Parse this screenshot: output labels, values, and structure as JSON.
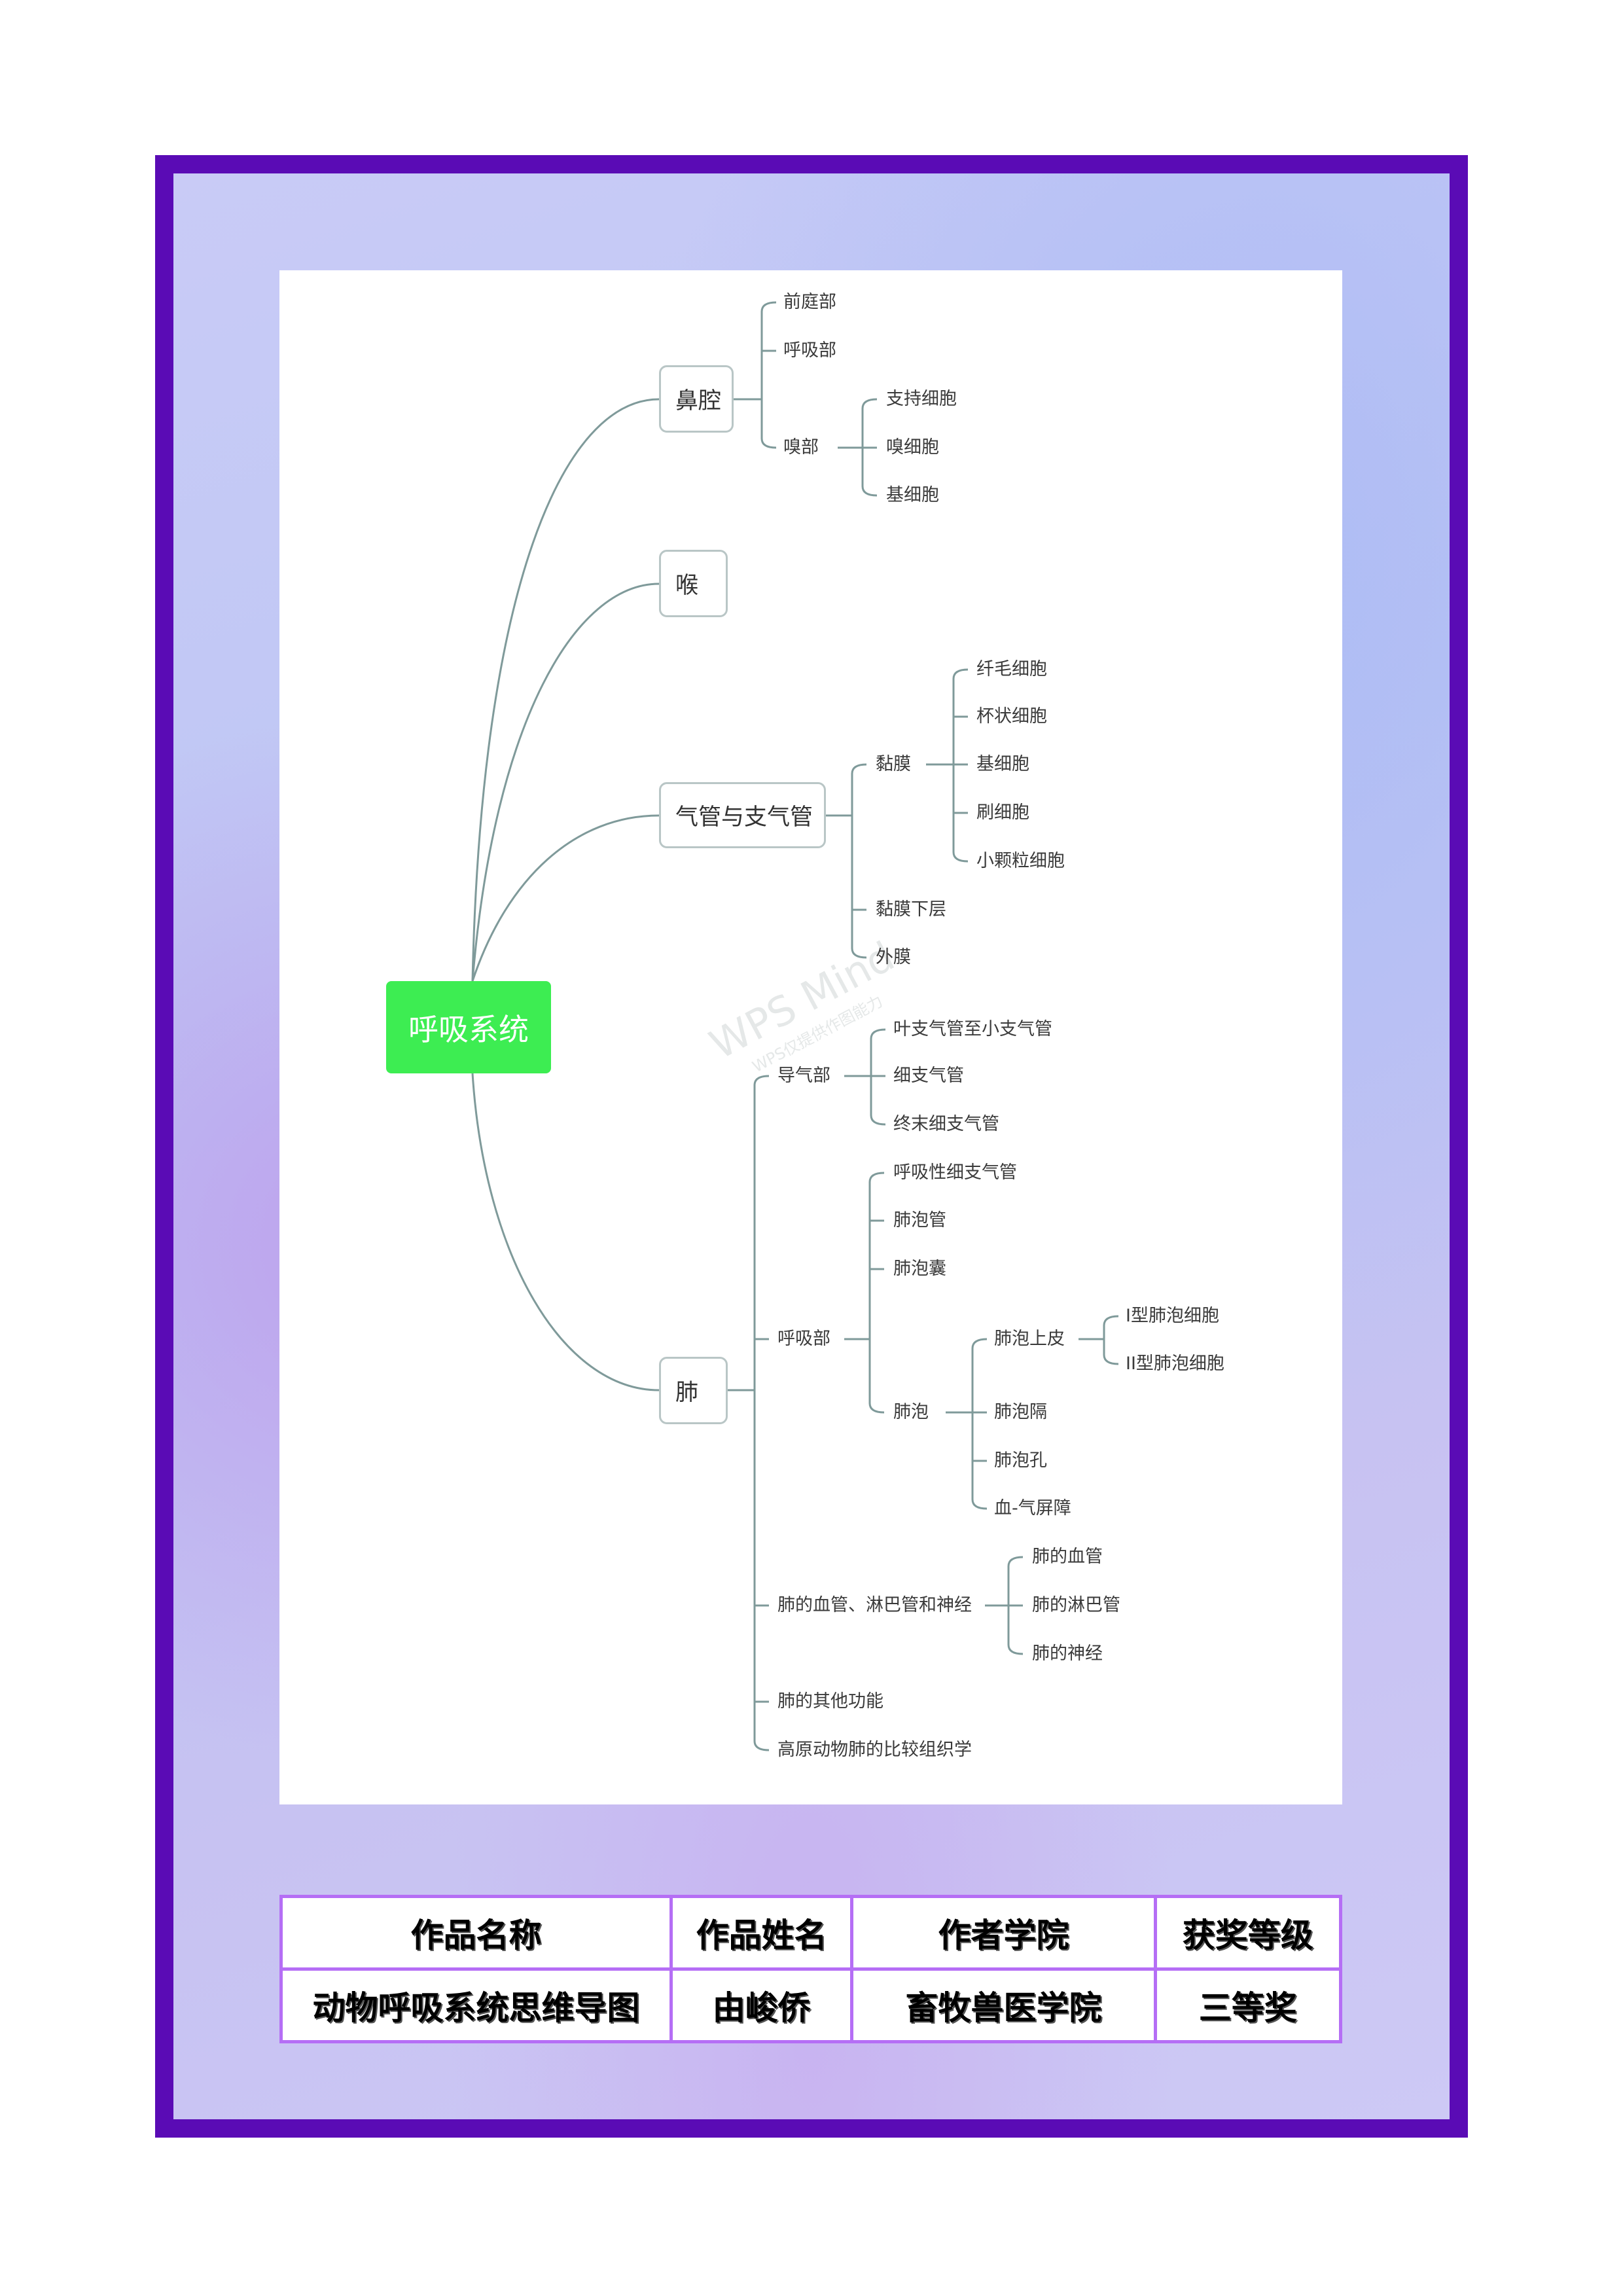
{
  "mindmap": {
    "root": "呼吸系统",
    "watermark": {
      "title": "WPS Mind",
      "subtitle": "WPS仅提供作图能力"
    },
    "nasal": {
      "label": "鼻腔",
      "children": [
        "前庭部",
        "呼吸部",
        "嗅部"
      ],
      "olfactory_children": [
        "支持细胞",
        "嗅细胞",
        "基细胞"
      ]
    },
    "larynx": {
      "label": "喉"
    },
    "trachea": {
      "label": "气管与支气管",
      "children": [
        "黏膜",
        "黏膜下层",
        "外膜"
      ],
      "mucosa_children": [
        "纤毛细胞",
        "杯状细胞",
        "基细胞",
        "刷细胞",
        "小颗粒细胞"
      ]
    },
    "lung": {
      "label": "肺",
      "children": [
        "导气部",
        "呼吸部",
        "肺的血管、淋巴管和神经",
        "肺的其他功能",
        "高原动物肺的比较组织学"
      ],
      "conducting_children": [
        "叶支气管至小支气管",
        "细支气管",
        "终末细支气管"
      ],
      "respiratory_children": [
        "呼吸性细支气管",
        "肺泡管",
        "肺泡囊",
        "肺泡"
      ],
      "alveolus_children": [
        "肺泡上皮",
        "肺泡隔",
        "肺泡孔",
        "血-气屏障"
      ],
      "epithelium_children": [
        "I型肺泡细胞",
        "II型肺泡细胞"
      ],
      "vessel_children": [
        "肺的血管",
        "肺的淋巴管",
        "肺的神经"
      ]
    }
  },
  "info_table": {
    "headers": [
      "作品名称",
      "作品姓名",
      "作者学院",
      "获奖等级"
    ],
    "values": [
      "动物呼吸系统思维导图",
      "由峻侨",
      "畜牧兽医学院",
      "三等奖"
    ]
  },
  "colors": {
    "frame": "#5a0bb5",
    "root": "#3ded52",
    "table_border": "#b56ef5",
    "connector": "#7f9a9a"
  }
}
